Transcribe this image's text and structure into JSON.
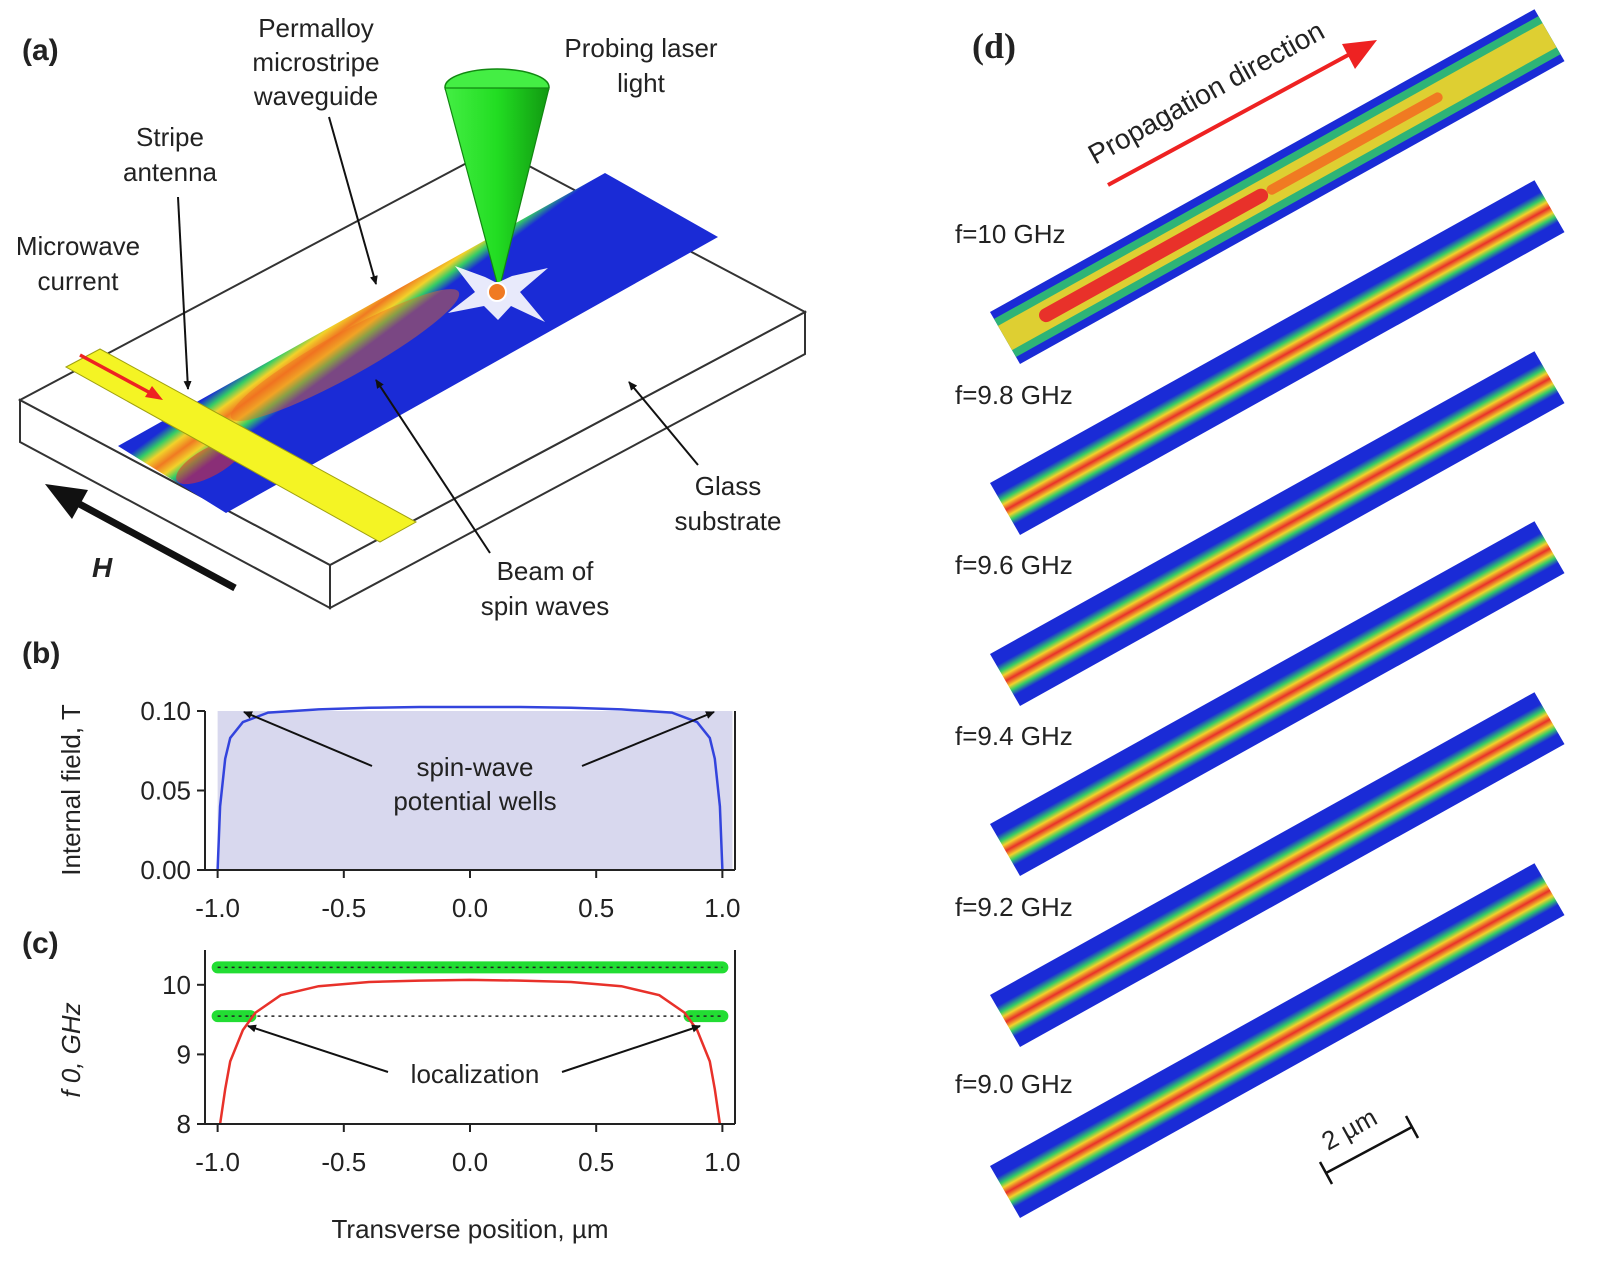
{
  "panels": {
    "a": {
      "label": "(a)",
      "callouts": {
        "permalloy": [
          "Permalloy",
          "microstripe",
          "waveguide"
        ],
        "laser": [
          "Probing laser",
          "light"
        ],
        "antenna": [
          "Stripe",
          "antenna"
        ],
        "microwave": [
          "Microwave",
          "current"
        ],
        "glass": [
          "Glass",
          "substrate"
        ],
        "beam": [
          "Beam of",
          "spin waves"
        ],
        "field": "H"
      }
    },
    "b": {
      "label": "(b)",
      "annotation": [
        "spin-wave",
        "potential wells"
      ]
    },
    "c": {
      "label": "(c)",
      "annotation": "localization"
    },
    "d": {
      "label": "(d)",
      "propagation": "Propagation direction",
      "frequencies": [
        "f=10 GHz",
        "f=9.8 GHz",
        "f=9.6 GHz",
        "f=9.4 GHz",
        "f=9.2 GHz",
        "f=9.0 GHz"
      ],
      "scalebar": "2 µm"
    }
  },
  "colors": {
    "field_curve": "#3344dd",
    "shade": "#d8d8ee",
    "freq_curve": "#e8312a",
    "green_bar": "#22dd33",
    "waveguide_blue": "#1a2bd6",
    "laser_green": "#22ee22",
    "antenna_yellow": "#f4f424",
    "arrow_red": "#ee2222"
  },
  "chart_data": [
    {
      "type": "line",
      "panel": "b",
      "xlabel": "",
      "ylabel": "Internal field, T",
      "xlim": [
        -1.05,
        1.05
      ],
      "ylim": [
        0,
        0.1
      ],
      "xticks": [
        "-1.0",
        "-0.5",
        "0.0",
        "0.5",
        "1.0"
      ],
      "yticks": [
        "0.00",
        "0.05",
        "0.10"
      ],
      "shaded_band": [
        -1.0,
        1.04
      ],
      "series": [
        {
          "x": [
            -1.0,
            -0.99,
            -0.97,
            -0.95,
            -0.9,
            -0.8,
            -0.6,
            -0.4,
            -0.2,
            0.0,
            0.2,
            0.4,
            0.6,
            0.8,
            0.9,
            0.95,
            0.97,
            0.99,
            1.0
          ],
          "y": [
            0.0,
            0.04,
            0.07,
            0.083,
            0.093,
            0.099,
            0.101,
            0.102,
            0.1025,
            0.1025,
            0.1025,
            0.102,
            0.101,
            0.099,
            0.093,
            0.083,
            0.07,
            0.04,
            0.0
          ]
        }
      ]
    },
    {
      "type": "line",
      "panel": "c",
      "xlabel": "Transverse position, µm",
      "ylabel": "f 0, GHz",
      "xlim": [
        -1.05,
        1.05
      ],
      "ylim": [
        8,
        10.5
      ],
      "xticks": [
        "-1.0",
        "-0.5",
        "0.0",
        "0.5",
        "1.0"
      ],
      "yticks": [
        "8",
        "9",
        "10"
      ],
      "bands": [
        {
          "y": 10.25,
          "x": [
            -1.0,
            1.0
          ]
        },
        {
          "y": 9.55,
          "x": [
            -1.0,
            -0.87
          ]
        },
        {
          "y": 9.55,
          "x": [
            0.87,
            1.0
          ]
        }
      ],
      "dashed_level": 9.55,
      "series": [
        {
          "x": [
            -0.99,
            -0.97,
            -0.95,
            -0.9,
            -0.85,
            -0.75,
            -0.6,
            -0.4,
            -0.2,
            0.0,
            0.2,
            0.4,
            0.6,
            0.75,
            0.85,
            0.9,
            0.95,
            0.97,
            0.99
          ],
          "y": [
            8.0,
            8.5,
            8.9,
            9.35,
            9.6,
            9.85,
            9.98,
            10.04,
            10.06,
            10.07,
            10.06,
            10.04,
            9.98,
            9.85,
            9.6,
            9.35,
            8.9,
            8.5,
            8.0
          ]
        }
      ]
    }
  ]
}
